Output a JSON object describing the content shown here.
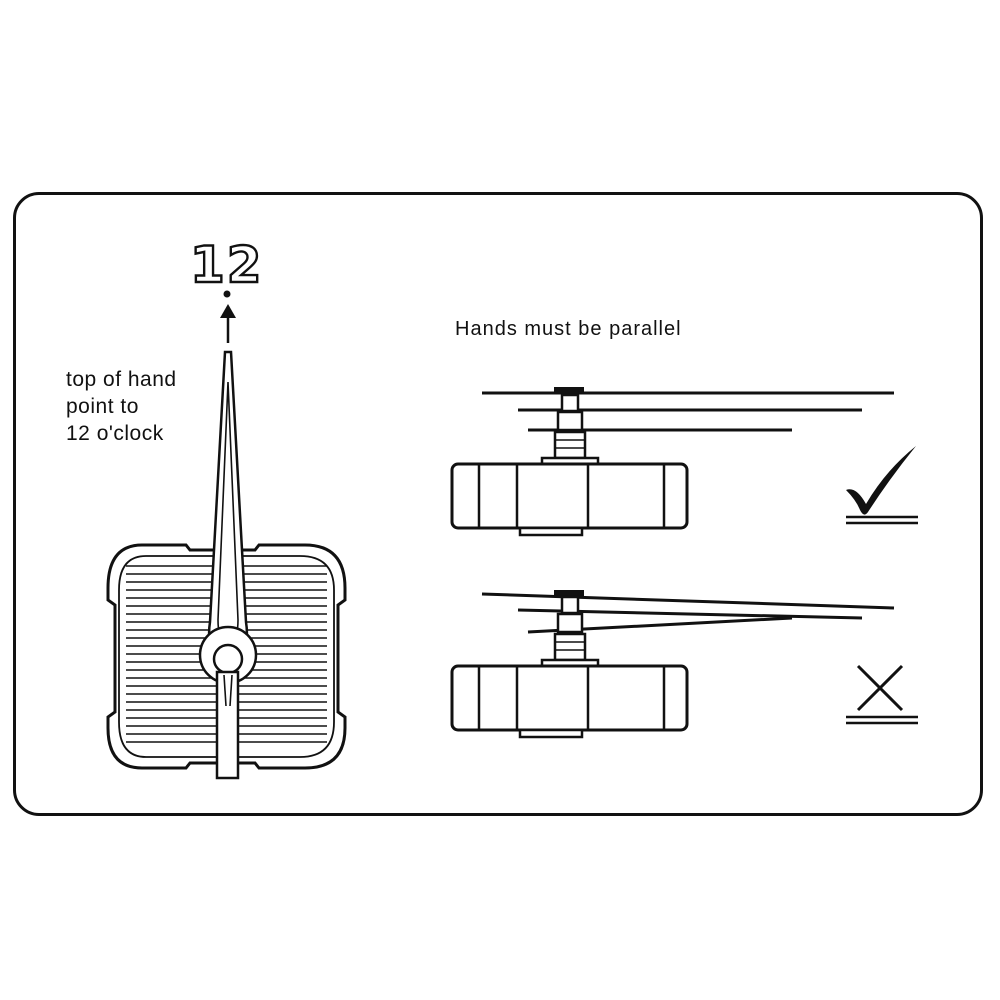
{
  "diagram": {
    "number_label": "12",
    "instruction_lines": [
      "top of hand",
      "point to",
      "12 o'clock"
    ],
    "heading": "Hands must be parallel"
  },
  "icons": {
    "correct": "checkmark-icon",
    "incorrect": "cross-icon"
  },
  "colors": {
    "line": "#111111",
    "background": "#ffffff"
  }
}
